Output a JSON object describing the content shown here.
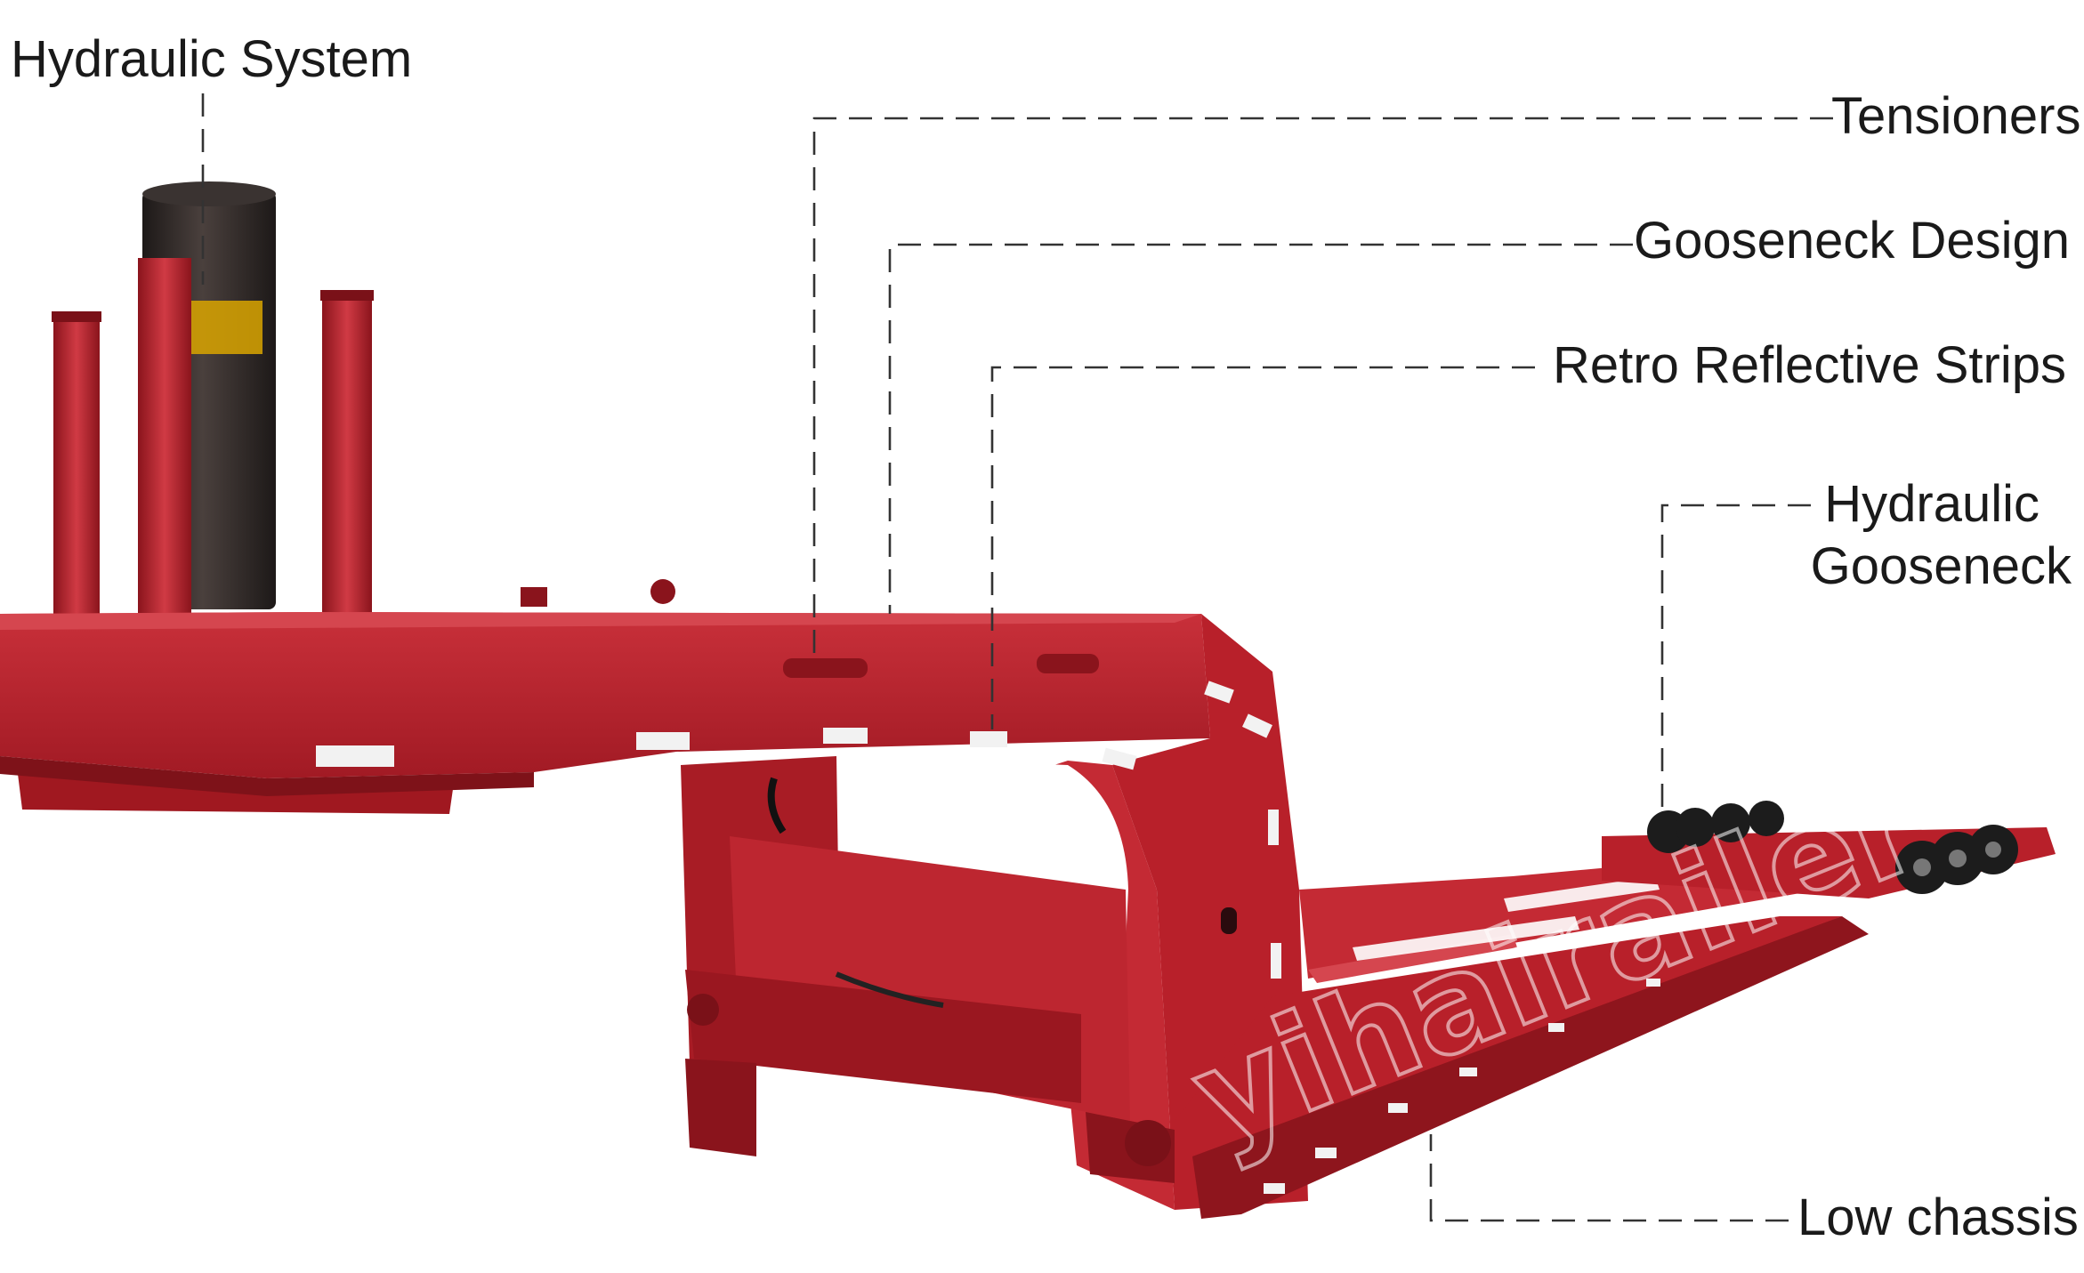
{
  "diagram": {
    "callouts": {
      "hydraulic_system": "Hydraulic System",
      "tensioners": "Tensioners",
      "gooseneck_design": "Gooseneck Design",
      "retro_reflective_strips": "Retro Reflective Strips",
      "hydraulic_gooseneck_line1": "Hydraulic",
      "hydraulic_gooseneck_line2": "Gooseneck",
      "low_chassis": "Low chassis"
    },
    "watermark": "yihairailer",
    "colors": {
      "trailer_red": "#b8202a",
      "trailer_dark_red": "#8a141c",
      "trailer_shadow": "#6e0f16",
      "cylinder_black": "#2a2524",
      "label_text": "#1a1a1a",
      "leader_line": "#333333",
      "background": "#ffffff"
    }
  }
}
